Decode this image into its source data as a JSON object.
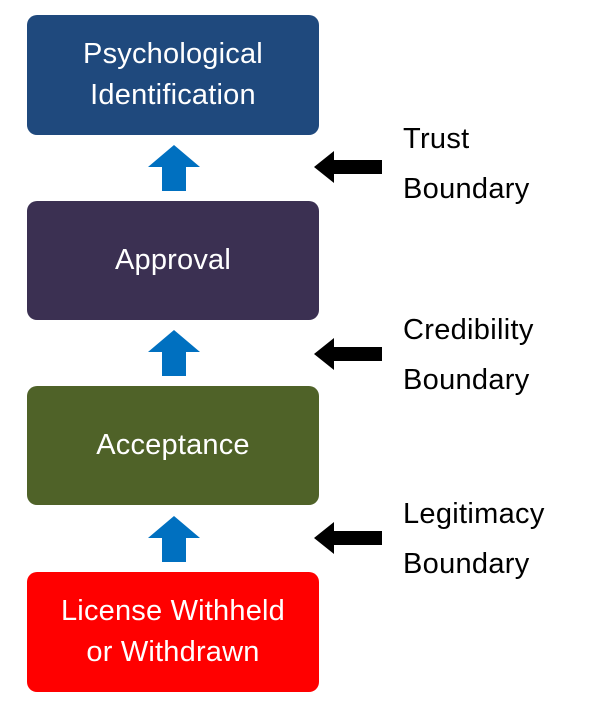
{
  "colors": {
    "stage1": "#1F497D",
    "stage2": "#3B3052",
    "stage3": "#4F6228",
    "stage4": "#FF0000",
    "up_arrow": "#0070C0",
    "left_arrow": "#000000"
  },
  "stages": [
    {
      "line1": "Psychological",
      "line2": "Identification"
    },
    {
      "line1": "Approval",
      "line2": ""
    },
    {
      "line1": "Acceptance",
      "line2": ""
    },
    {
      "line1": "License Withheld",
      "line2": "or Withdrawn"
    }
  ],
  "boundaries": [
    {
      "line1": "Trust",
      "line2": "Boundary"
    },
    {
      "line1": "Credibility",
      "line2": "Boundary"
    },
    {
      "line1": "Legitimacy",
      "line2": "Boundary"
    }
  ],
  "icons": {
    "up": "arrow-up-icon",
    "left": "arrow-left-icon"
  }
}
